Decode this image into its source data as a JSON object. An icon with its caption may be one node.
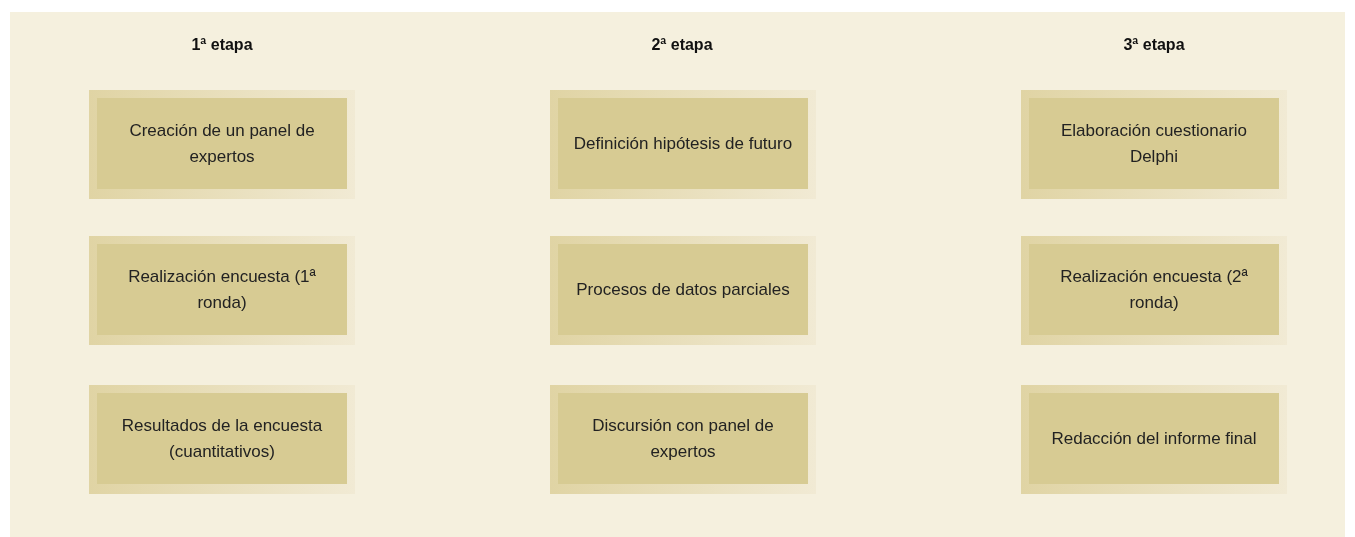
{
  "diagram": {
    "nodes": [
      {
        "text": [
          "Creación de un panel de expertos"
        ]
      },
      {
        "text": [
          "Realización encuesta (1ª ronda)"
        ]
      },
      {
        "text": [
          "Resultados de la encuesta (cuantitativos)"
        ]
      },
      {
        "text": [
          "Definición hipótesis de futuro"
        ]
      },
      {
        "text": [
          "Procesos de datos parciales"
        ]
      },
      {
        "text": [
          "Discursión con panel de expertos"
        ]
      },
      {
        "text": [
          "Elaboración cuestionario Delphi"
        ]
      },
      {
        "text": [
          "Realización encuesta (2ª ronda)"
        ]
      },
      {
        "text": [
          "Redacción del informe final"
        ]
      }
    ],
    "labels": [
      "1ª etapa",
      "2ª etapa",
      "3ª etapa"
    ]
  }
}
